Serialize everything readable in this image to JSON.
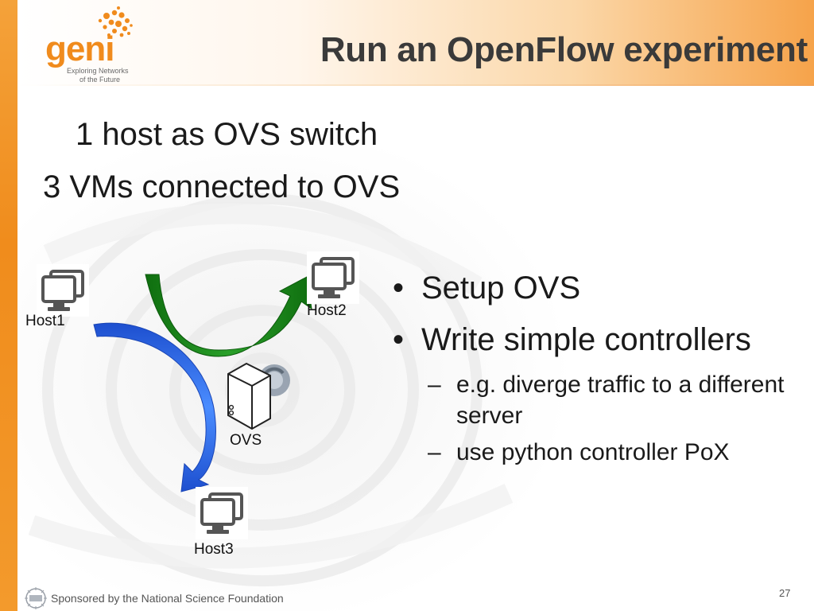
{
  "header": {
    "title": "Run an OpenFlow experiment",
    "logo_text": "geni",
    "logo_sub_line1": "Exploring Networks",
    "logo_sub_line2": "of the Future"
  },
  "body": {
    "line1": "1 host as OVS switch",
    "line2": "3 VMs connected to OVS"
  },
  "diagram": {
    "host1_label": "Host1",
    "host2_label": "Host2",
    "host3_label": "Host3",
    "switch_label": "OVS",
    "colors": {
      "green_arrow": "#1f8a1f",
      "blue_arrow": "#2e6fe6"
    }
  },
  "bullets": {
    "items": [
      {
        "text": "Setup OVS"
      },
      {
        "text": "Write simple controllers"
      }
    ],
    "sub_items": [
      {
        "text": "e.g. diverge traffic to a different server"
      },
      {
        "text": "use python controller PoX"
      }
    ],
    "bullet_glyph": "•",
    "sub_glyph": "–"
  },
  "footer": {
    "sponsor": "Sponsored by the National Science Foundation",
    "page_number": "27"
  },
  "colors": {
    "accent": "#f08b1d",
    "title": "#3a3a3a"
  }
}
